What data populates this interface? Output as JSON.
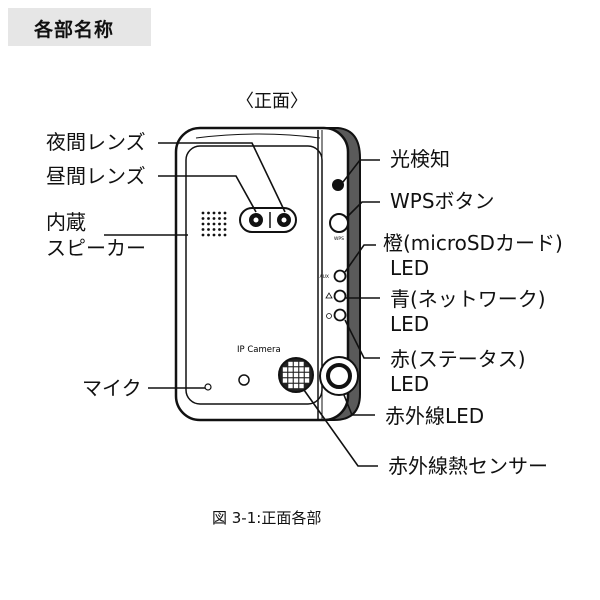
{
  "section": {
    "title": "各部名称"
  },
  "view_title": "〈正面〉",
  "device": {
    "model_text": "IP Camera",
    "wps_small": "WPS",
    "aux_small": "AUX"
  },
  "labels": {
    "night_lens": "夜間レンズ",
    "day_lens": "昼間レンズ",
    "speaker_1": "内蔵",
    "speaker_2": "スピーカー",
    "mic": "マイク",
    "light_sensor": "光検知",
    "wps_button": "WPSボタン",
    "led_orange_1": "橙(microSDカード)",
    "led_orange_2": "LED",
    "led_blue_1": "青(ネットワーク)",
    "led_blue_2": "LED",
    "led_red_1": "赤(ステータス)",
    "led_red_2": "LED",
    "ir_led": "赤外線LED",
    "pir_sensor": "赤外線熱センサー"
  },
  "caption": "図 3-1:正面各部"
}
